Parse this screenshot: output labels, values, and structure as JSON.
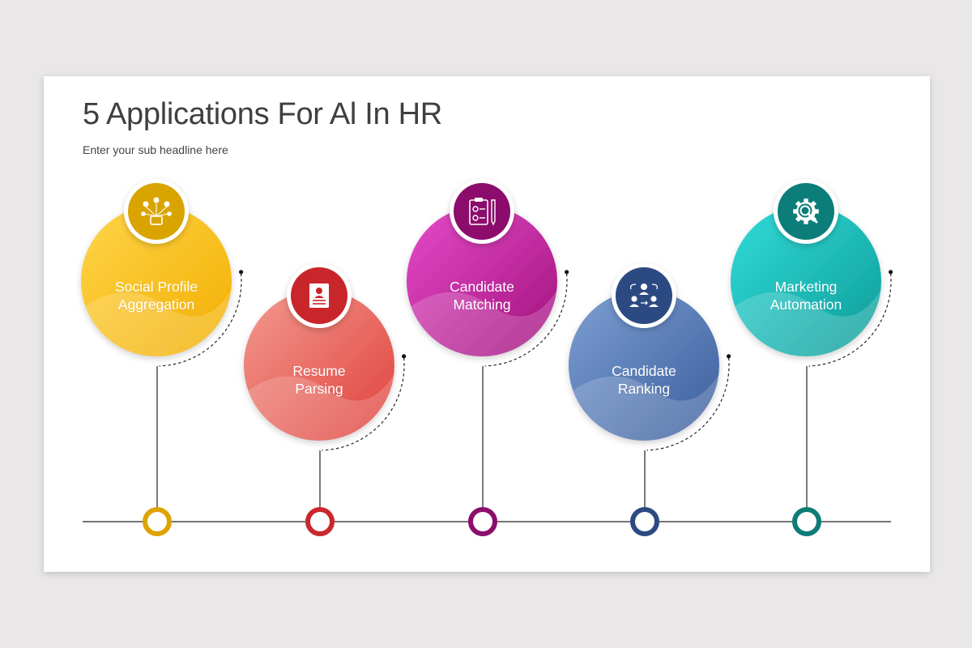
{
  "slide": {
    "title": "5 Applications For Al In HR",
    "subtitle": "Enter your sub headline here"
  },
  "items": [
    {
      "label": "Social Profile\nAggregation",
      "icon": "social-network-icon",
      "color_light": "#ffd54a",
      "color_dark": "#f2ae00",
      "badge_color": "#d9a400",
      "ring_color": "#dda300"
    },
    {
      "label": "Resume\nParsing",
      "icon": "resume-document-icon",
      "color_light": "#f29a90",
      "color_dark": "#e0413b",
      "badge_color": "#c8262a",
      "ring_color": "#c9282d"
    },
    {
      "label": "Candidate\nMatching",
      "icon": "checklist-clipboard-icon",
      "color_light": "#e64cc9",
      "color_dark": "#a0117c",
      "badge_color": "#8c0c6c",
      "ring_color": "#8a0f6c"
    },
    {
      "label": "Candidate\nRanking",
      "icon": "team-ranking-icon",
      "color_light": "#7d9fd3",
      "color_dark": "#3c5e9c",
      "badge_color": "#2c4a82",
      "ring_color": "#2c4a82"
    },
    {
      "label": "Marketing\nAutomation",
      "icon": "gear-search-icon",
      "color_light": "#32dcda",
      "color_dark": "#0d9b97",
      "badge_color": "#0c7e7a",
      "ring_color": "#0f7b77"
    }
  ]
}
